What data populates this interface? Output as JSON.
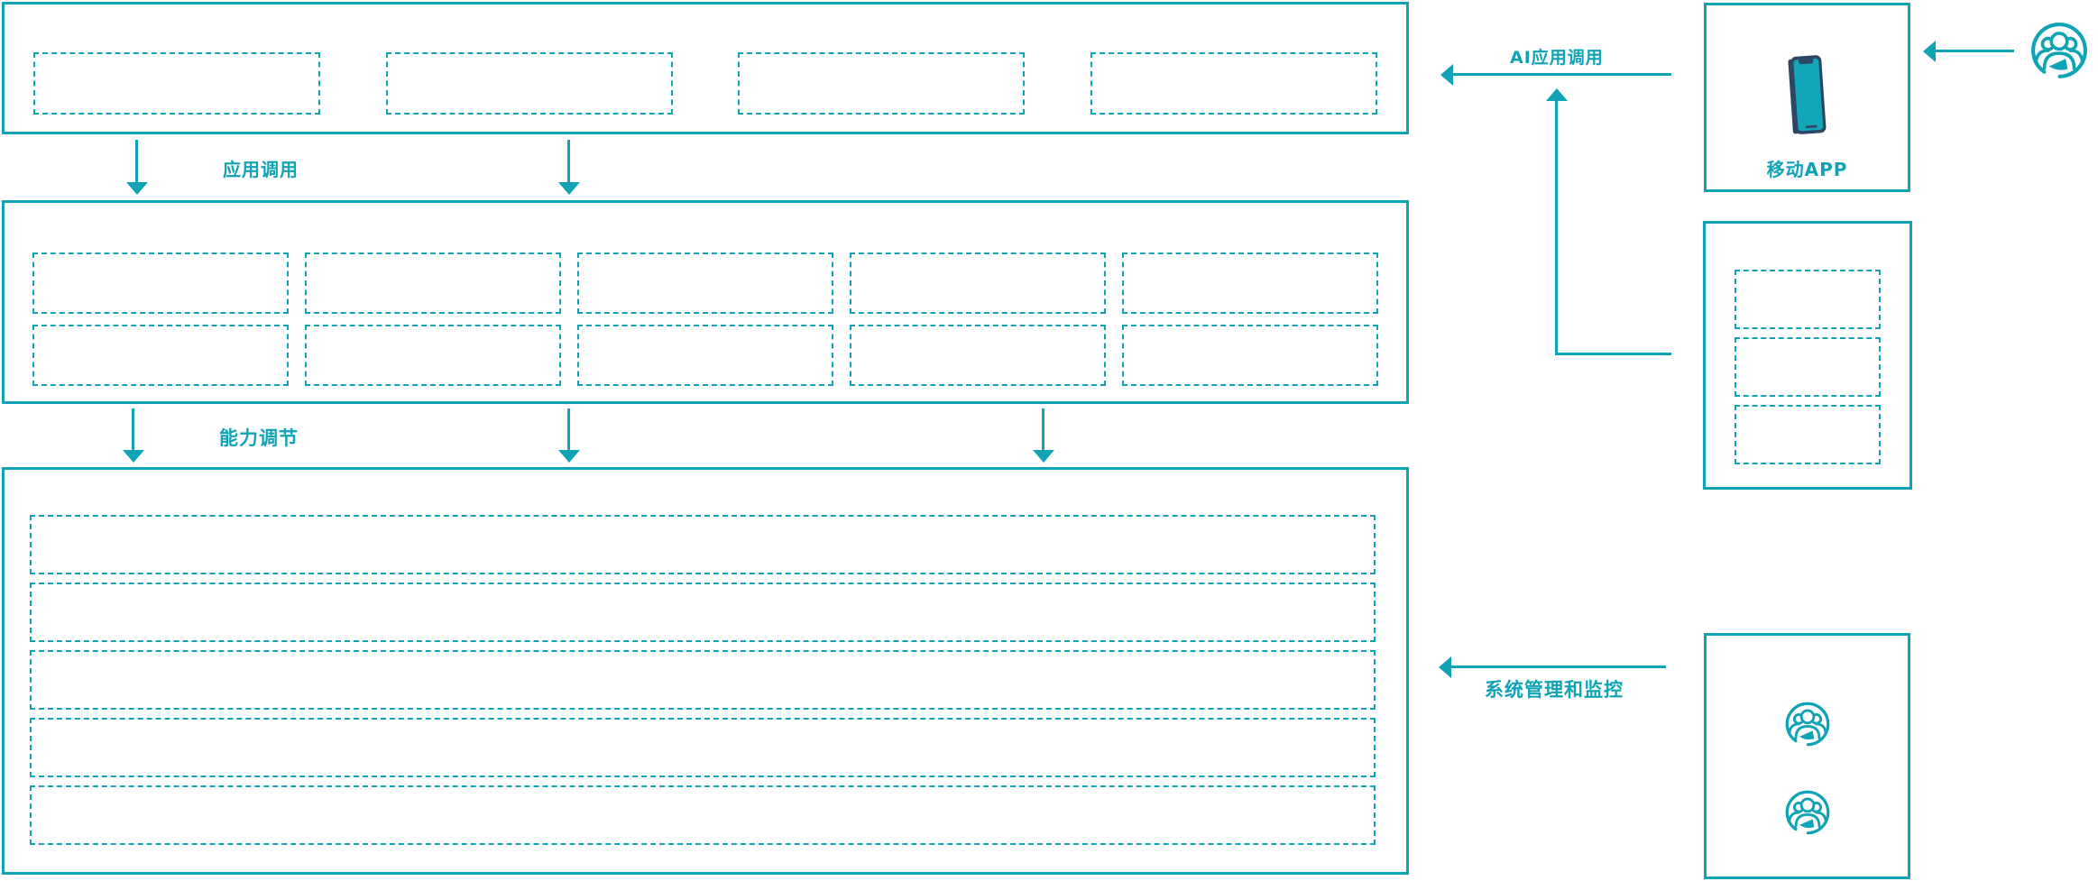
{
  "diagram": {
    "accent_color": "#10a3b5",
    "phone_body_color": "#2b4763",
    "phone_screen_color": "#12a6b8",
    "background": "#ffffff"
  },
  "labels": {
    "app_call": "应用调用",
    "capability_adjust": "能力调节",
    "ai_app_call": "AI应用调用",
    "system_monitor": "系统管理和监控",
    "mobile_app": "移动APP"
  },
  "panels": {
    "top_layer": {
      "placeholder_count": 4
    },
    "middle_layer": {
      "cols_per_row": 5,
      "rows": 2
    },
    "bottom_layer": {
      "placeholder_count": 5
    },
    "right_component_panel": {
      "placeholder_count": 3
    },
    "admin_panel": {
      "user_icon_count": 2
    }
  },
  "icons": {
    "mobile_phone": "smartphone-icon",
    "user_group": "users-group-icon"
  }
}
